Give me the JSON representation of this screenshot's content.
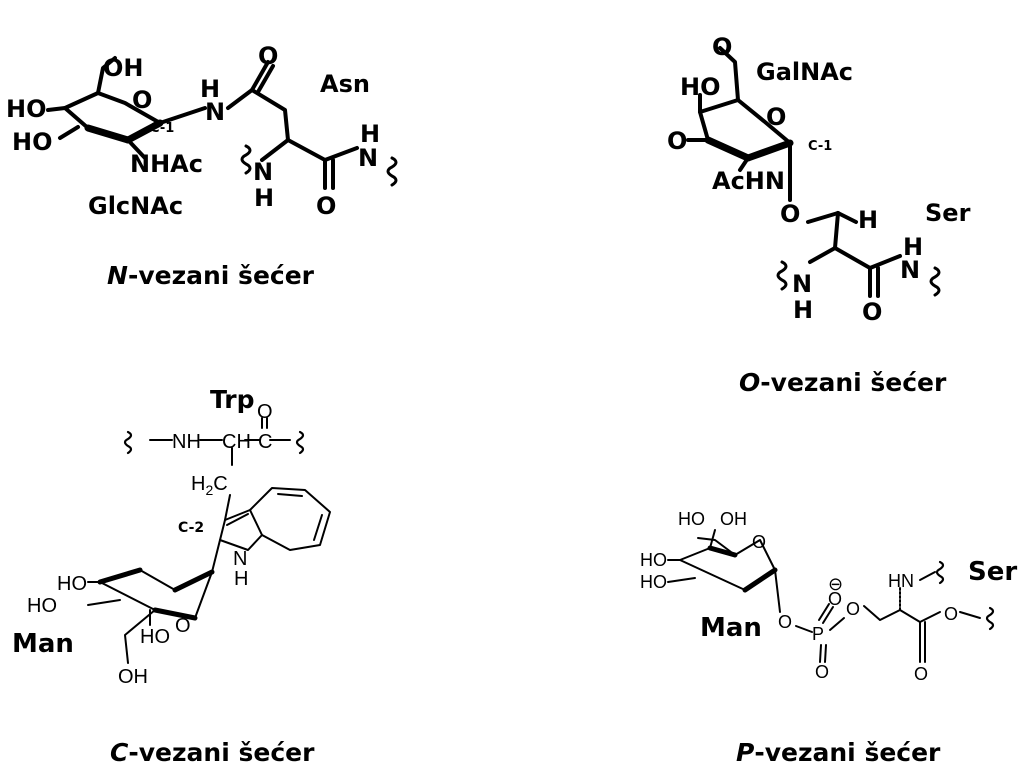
{
  "n_linked": {
    "caption_letter": "N",
    "caption_rest": "-vezani šećer",
    "sugar": "GlcNAc",
    "amino_acid": "Asn",
    "carbon": "C-1",
    "labels": {
      "oh": "OH",
      "ho1": "HO",
      "ho2": "HO",
      "ring_o": "O",
      "nhac": "NHAc",
      "nh": "N",
      "h1": "H",
      "carbonyl_o": "O",
      "amide_n": "N",
      "amide_h": "H",
      "backbone_nh": "N",
      "backbone_h": "H",
      "backbone_o": "O"
    }
  },
  "o_linked": {
    "caption_letter": "O",
    "caption_rest": "-vezani šećer",
    "sugar": "GalNAc",
    "amino_acid": "Ser",
    "carbon": "C-1",
    "labels": {
      "o6": "O",
      "ho": "HO",
      "o3": "O",
      "ring_o": "O",
      "achn": "AcHN",
      "link_o": "O",
      "h": "H",
      "nh_n": "N",
      "nh_h": "H",
      "amide_n": "N",
      "amide_h": "H",
      "carbonyl_o": "O"
    }
  },
  "c_linked": {
    "caption_letter": "C",
    "caption_rest": "-vezani šećer",
    "sugar": "Man",
    "amino_acid": "Trp",
    "carbon": "C-2",
    "labels": {
      "nh": "NH",
      "ch": "CH",
      "c": "C",
      "o": "O",
      "h2c": "H",
      "h2c_sub": "2",
      "h2c_c": "C",
      "indole_n": "N",
      "indole_h": "H",
      "ho1": "HO",
      "ho2": "HO",
      "ring_o": "O",
      "ho3": "HO",
      "oh": "OH"
    }
  },
  "p_linked": {
    "caption_letter": "P",
    "caption_rest": "-vezani šećer",
    "sugar": "Man",
    "amino_acid": "Ser",
    "labels": {
      "ho1": "HO",
      "oh": "OH",
      "ho2": "HO",
      "ho3": "HO",
      "ring_o": "O",
      "o1": "O",
      "p": "P",
      "o2": "O",
      "po_top": "O",
      "po_bottom": "O",
      "charge": "⊖",
      "hn": "HN",
      "ester_o": "O",
      "carbonyl_o": "O"
    }
  }
}
